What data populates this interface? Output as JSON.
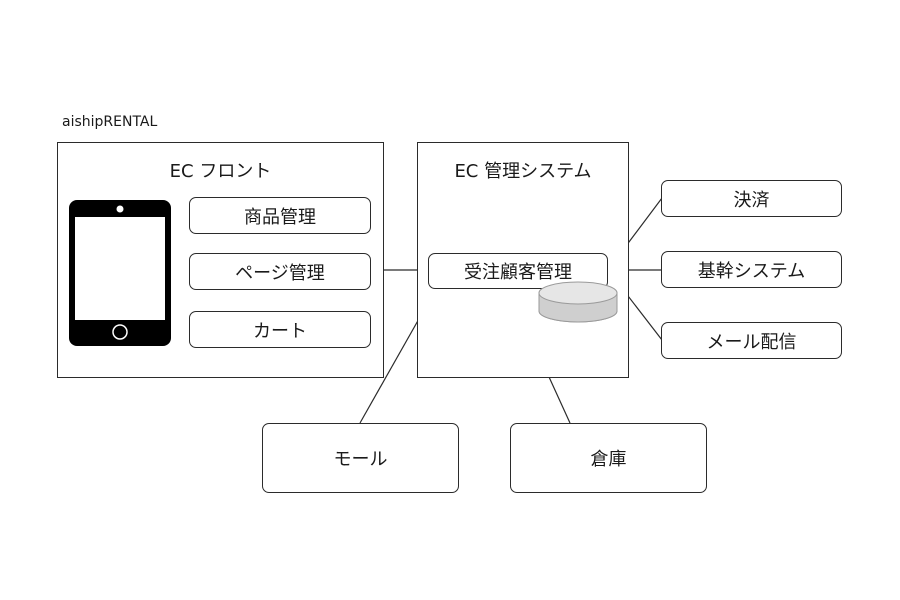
{
  "brand": "aishipRENTAL",
  "ec_front": {
    "title": "EC フロント",
    "items": [
      "商品管理",
      "ページ管理",
      "カート"
    ]
  },
  "ec_system": {
    "title": "EC 管理システム",
    "core": "受注顧客管理"
  },
  "right_nodes": [
    "決済",
    "基幹システム",
    "メール配信"
  ],
  "bottom_nodes": [
    "モール",
    "倉庫"
  ]
}
